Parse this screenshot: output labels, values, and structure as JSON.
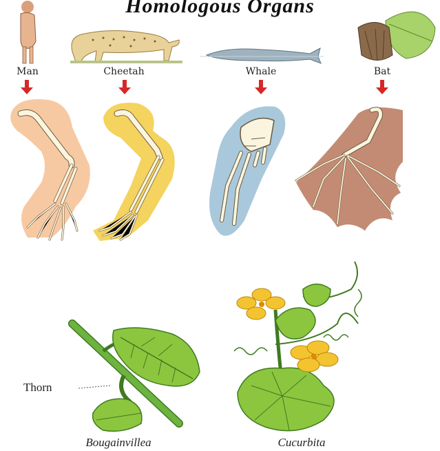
{
  "title": "Homologous Organs",
  "animals": [
    "Man",
    "Cheetah",
    "Whale",
    "Bat"
  ],
  "plants": {
    "thorn_label": "Thorn",
    "left_caption": "Bougainvillea",
    "right_caption": "Cucurbita"
  },
  "colors": {
    "man_limb": "#f7c9a3",
    "cheetah_limb": "#f4d35e",
    "whale_limb": "#a9c8dc",
    "bat_wing": "#c48b74",
    "arrow": "#d62828",
    "leaf": "#8cc63f",
    "stem": "#6db33f",
    "flower": "#f4c430"
  }
}
